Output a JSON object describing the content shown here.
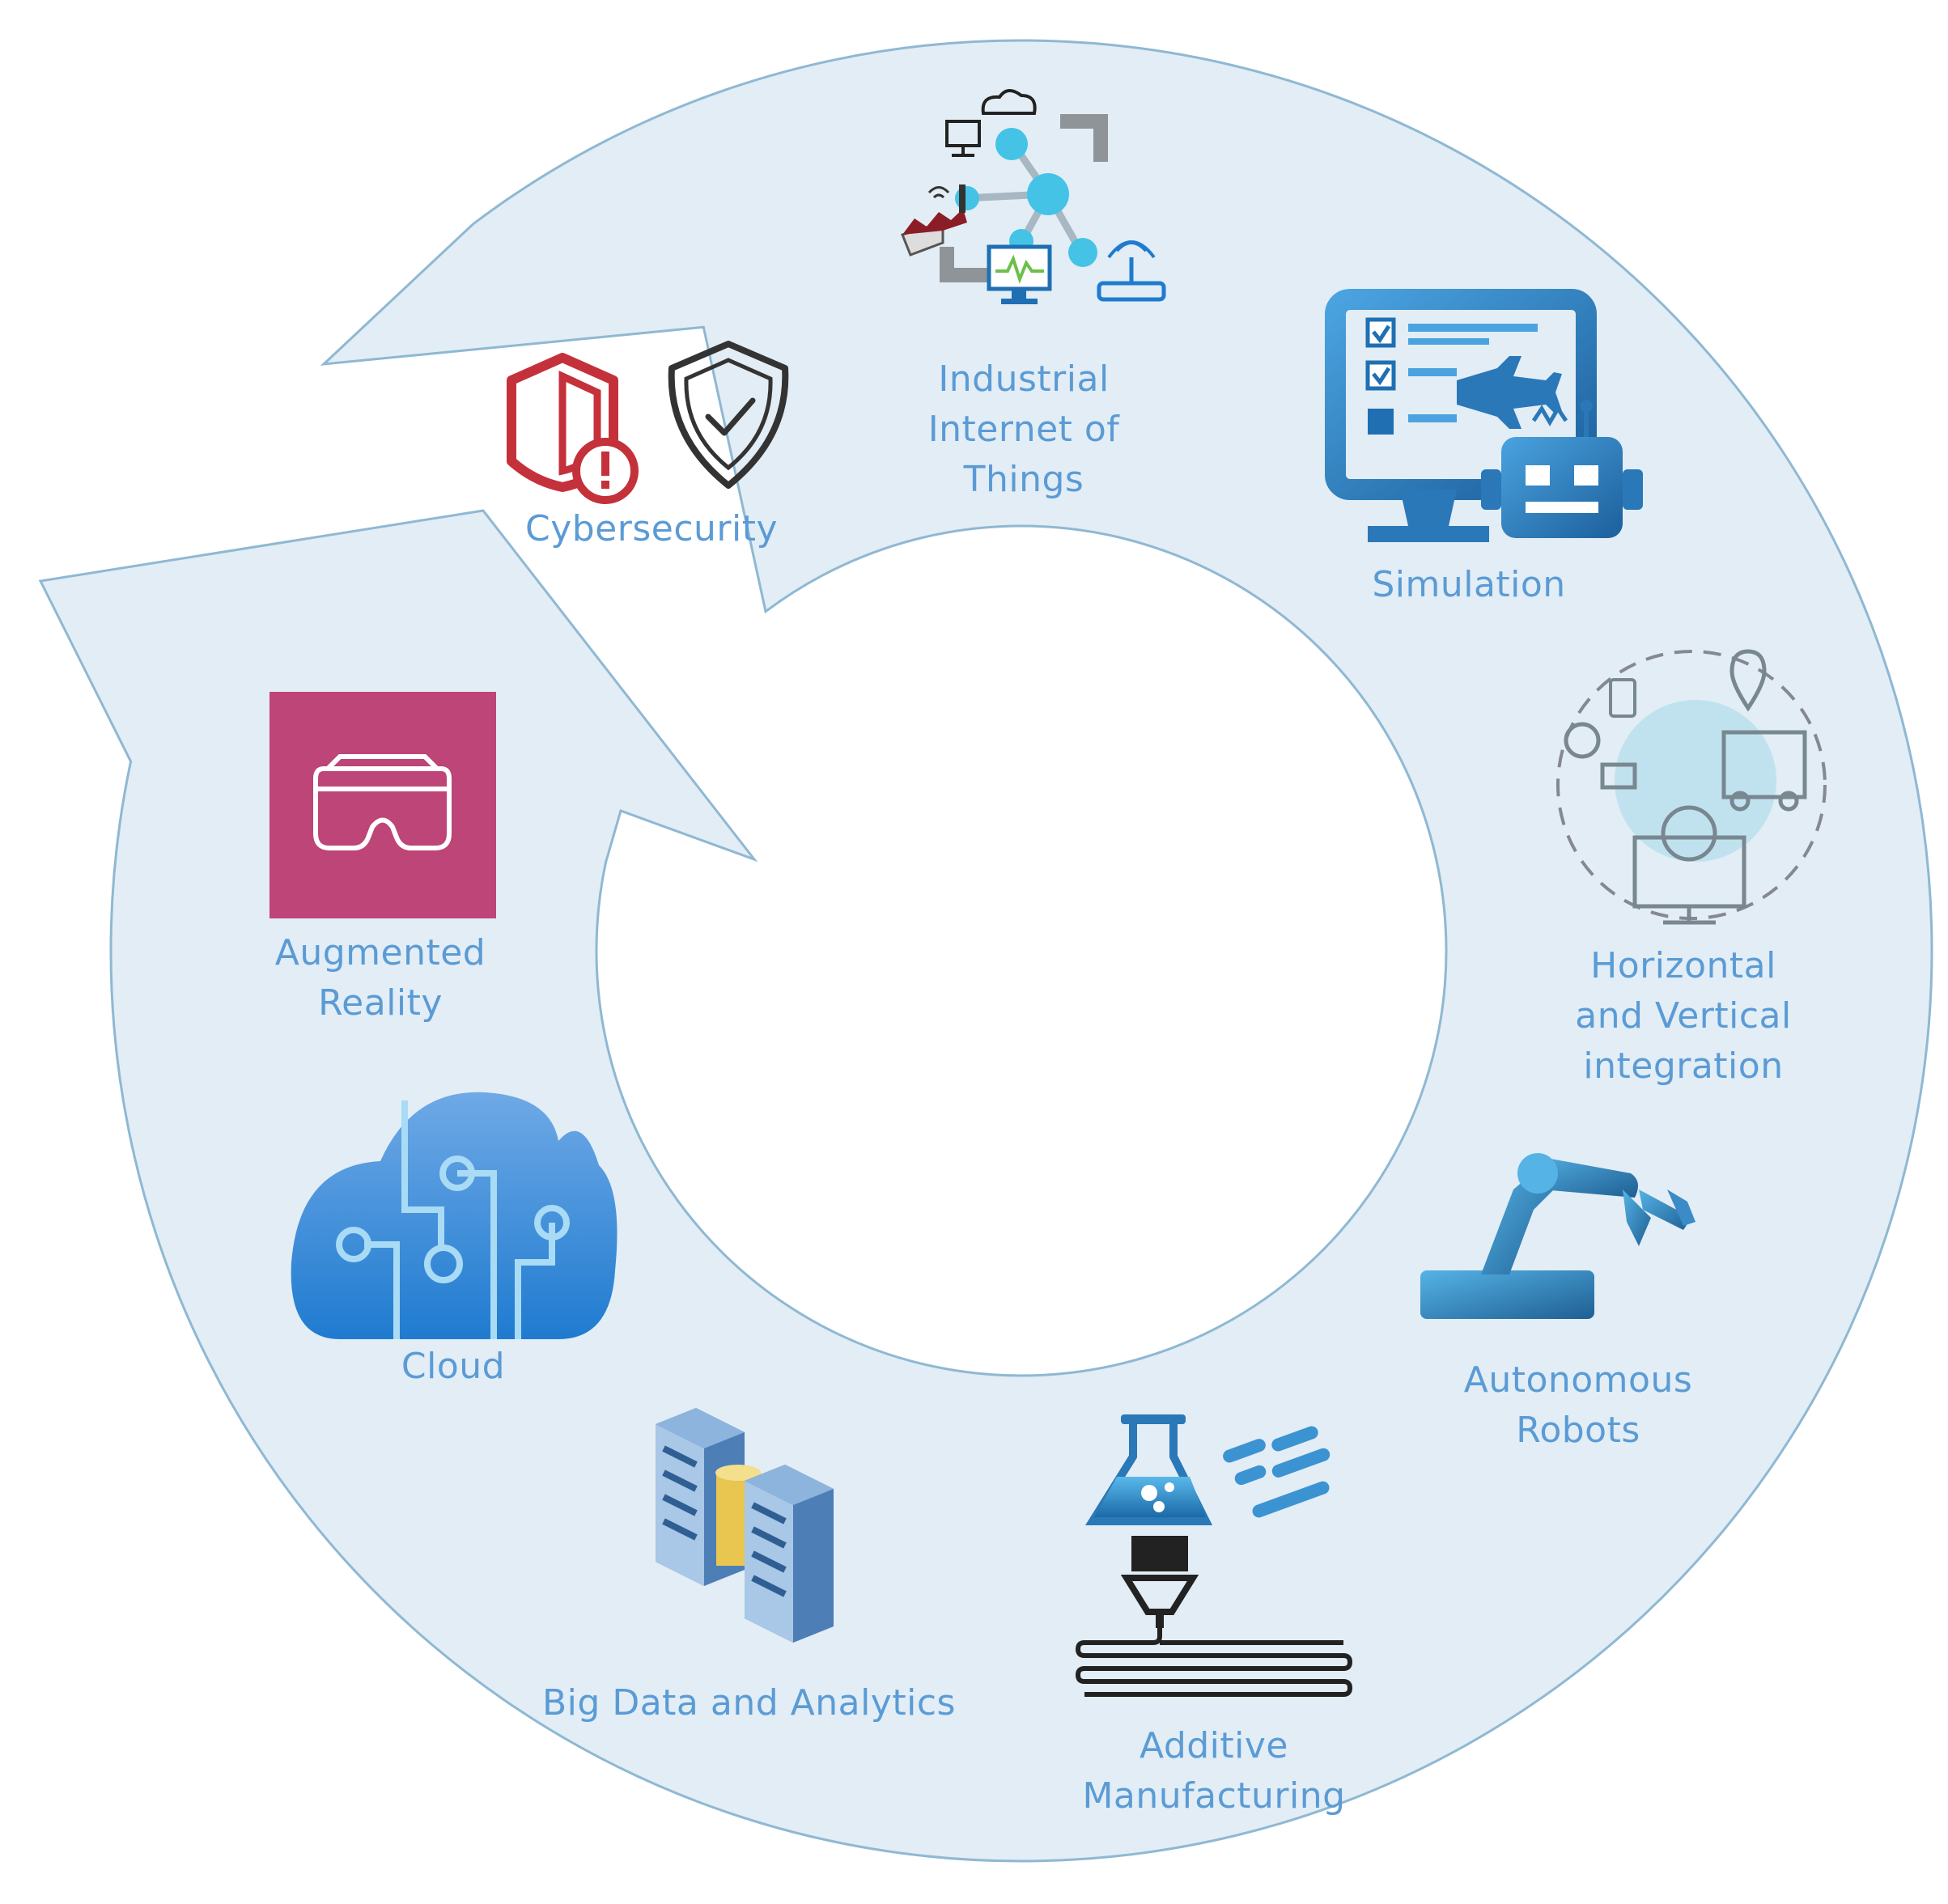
{
  "colors": {
    "ring_fill": "#e2edf5",
    "ring_stroke": "#8fb8d3",
    "label": "#5b9bd5",
    "ar_tile": "#bd4577",
    "cyber_red": "#c4313b",
    "blue_dark": "#1f6fb2",
    "blue_light": "#44b6e3"
  },
  "segments": [
    {
      "id": "cybersecurity",
      "icon": "shield-alert-icon",
      "lines": [
        "Cybersecurity"
      ]
    },
    {
      "id": "iiot",
      "icon": "network-nodes-icon",
      "lines": [
        "Industrial",
        "Internet of",
        "Things"
      ]
    },
    {
      "id": "simulation",
      "icon": "monitor-airplane-robot-icon",
      "lines": [
        "Simulation"
      ]
    },
    {
      "id": "integration",
      "icon": "supply-chain-cycle-icon",
      "lines": [
        "Horizontal",
        "and Vertical",
        "integration"
      ]
    },
    {
      "id": "robots",
      "icon": "robot-arm-icon",
      "lines": [
        "Autonomous",
        "Robots"
      ]
    },
    {
      "id": "additive",
      "icon": "3d-printer-icon",
      "lines": [
        "Additive",
        "Manufacturing"
      ]
    },
    {
      "id": "bigdata",
      "icon": "server-database-icon",
      "lines": [
        "Big Data and Analytics"
      ]
    },
    {
      "id": "cloud",
      "icon": "cloud-circuit-icon",
      "lines": [
        "Cloud"
      ]
    },
    {
      "id": "ar",
      "icon": "vr-goggles-icon",
      "lines": [
        "Augmented",
        "Reality"
      ]
    }
  ]
}
